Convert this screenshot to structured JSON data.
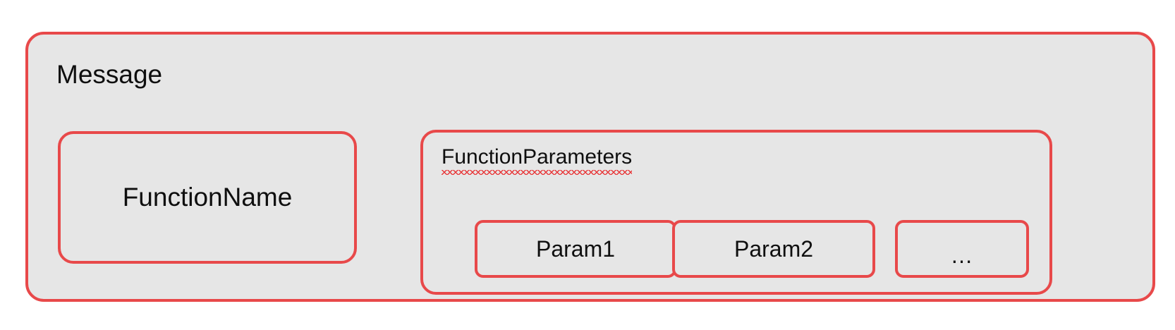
{
  "diagram": {
    "type": "nested-box-diagram",
    "background_color": "#ffffff",
    "box_fill_color": "#e6e6e6",
    "box_border_color": "#e8494a",
    "text_color": "#0f0f0f",
    "spellcheck_underline_color": "#e8393b",
    "message": {
      "label": "Message",
      "function_name": {
        "label": "FunctionName"
      },
      "function_parameters": {
        "label": "FunctionParameters",
        "has_spellcheck_underline": true,
        "params": [
          {
            "label": "Param1"
          },
          {
            "label": "Param2"
          },
          {
            "label": "…"
          }
        ]
      }
    }
  }
}
